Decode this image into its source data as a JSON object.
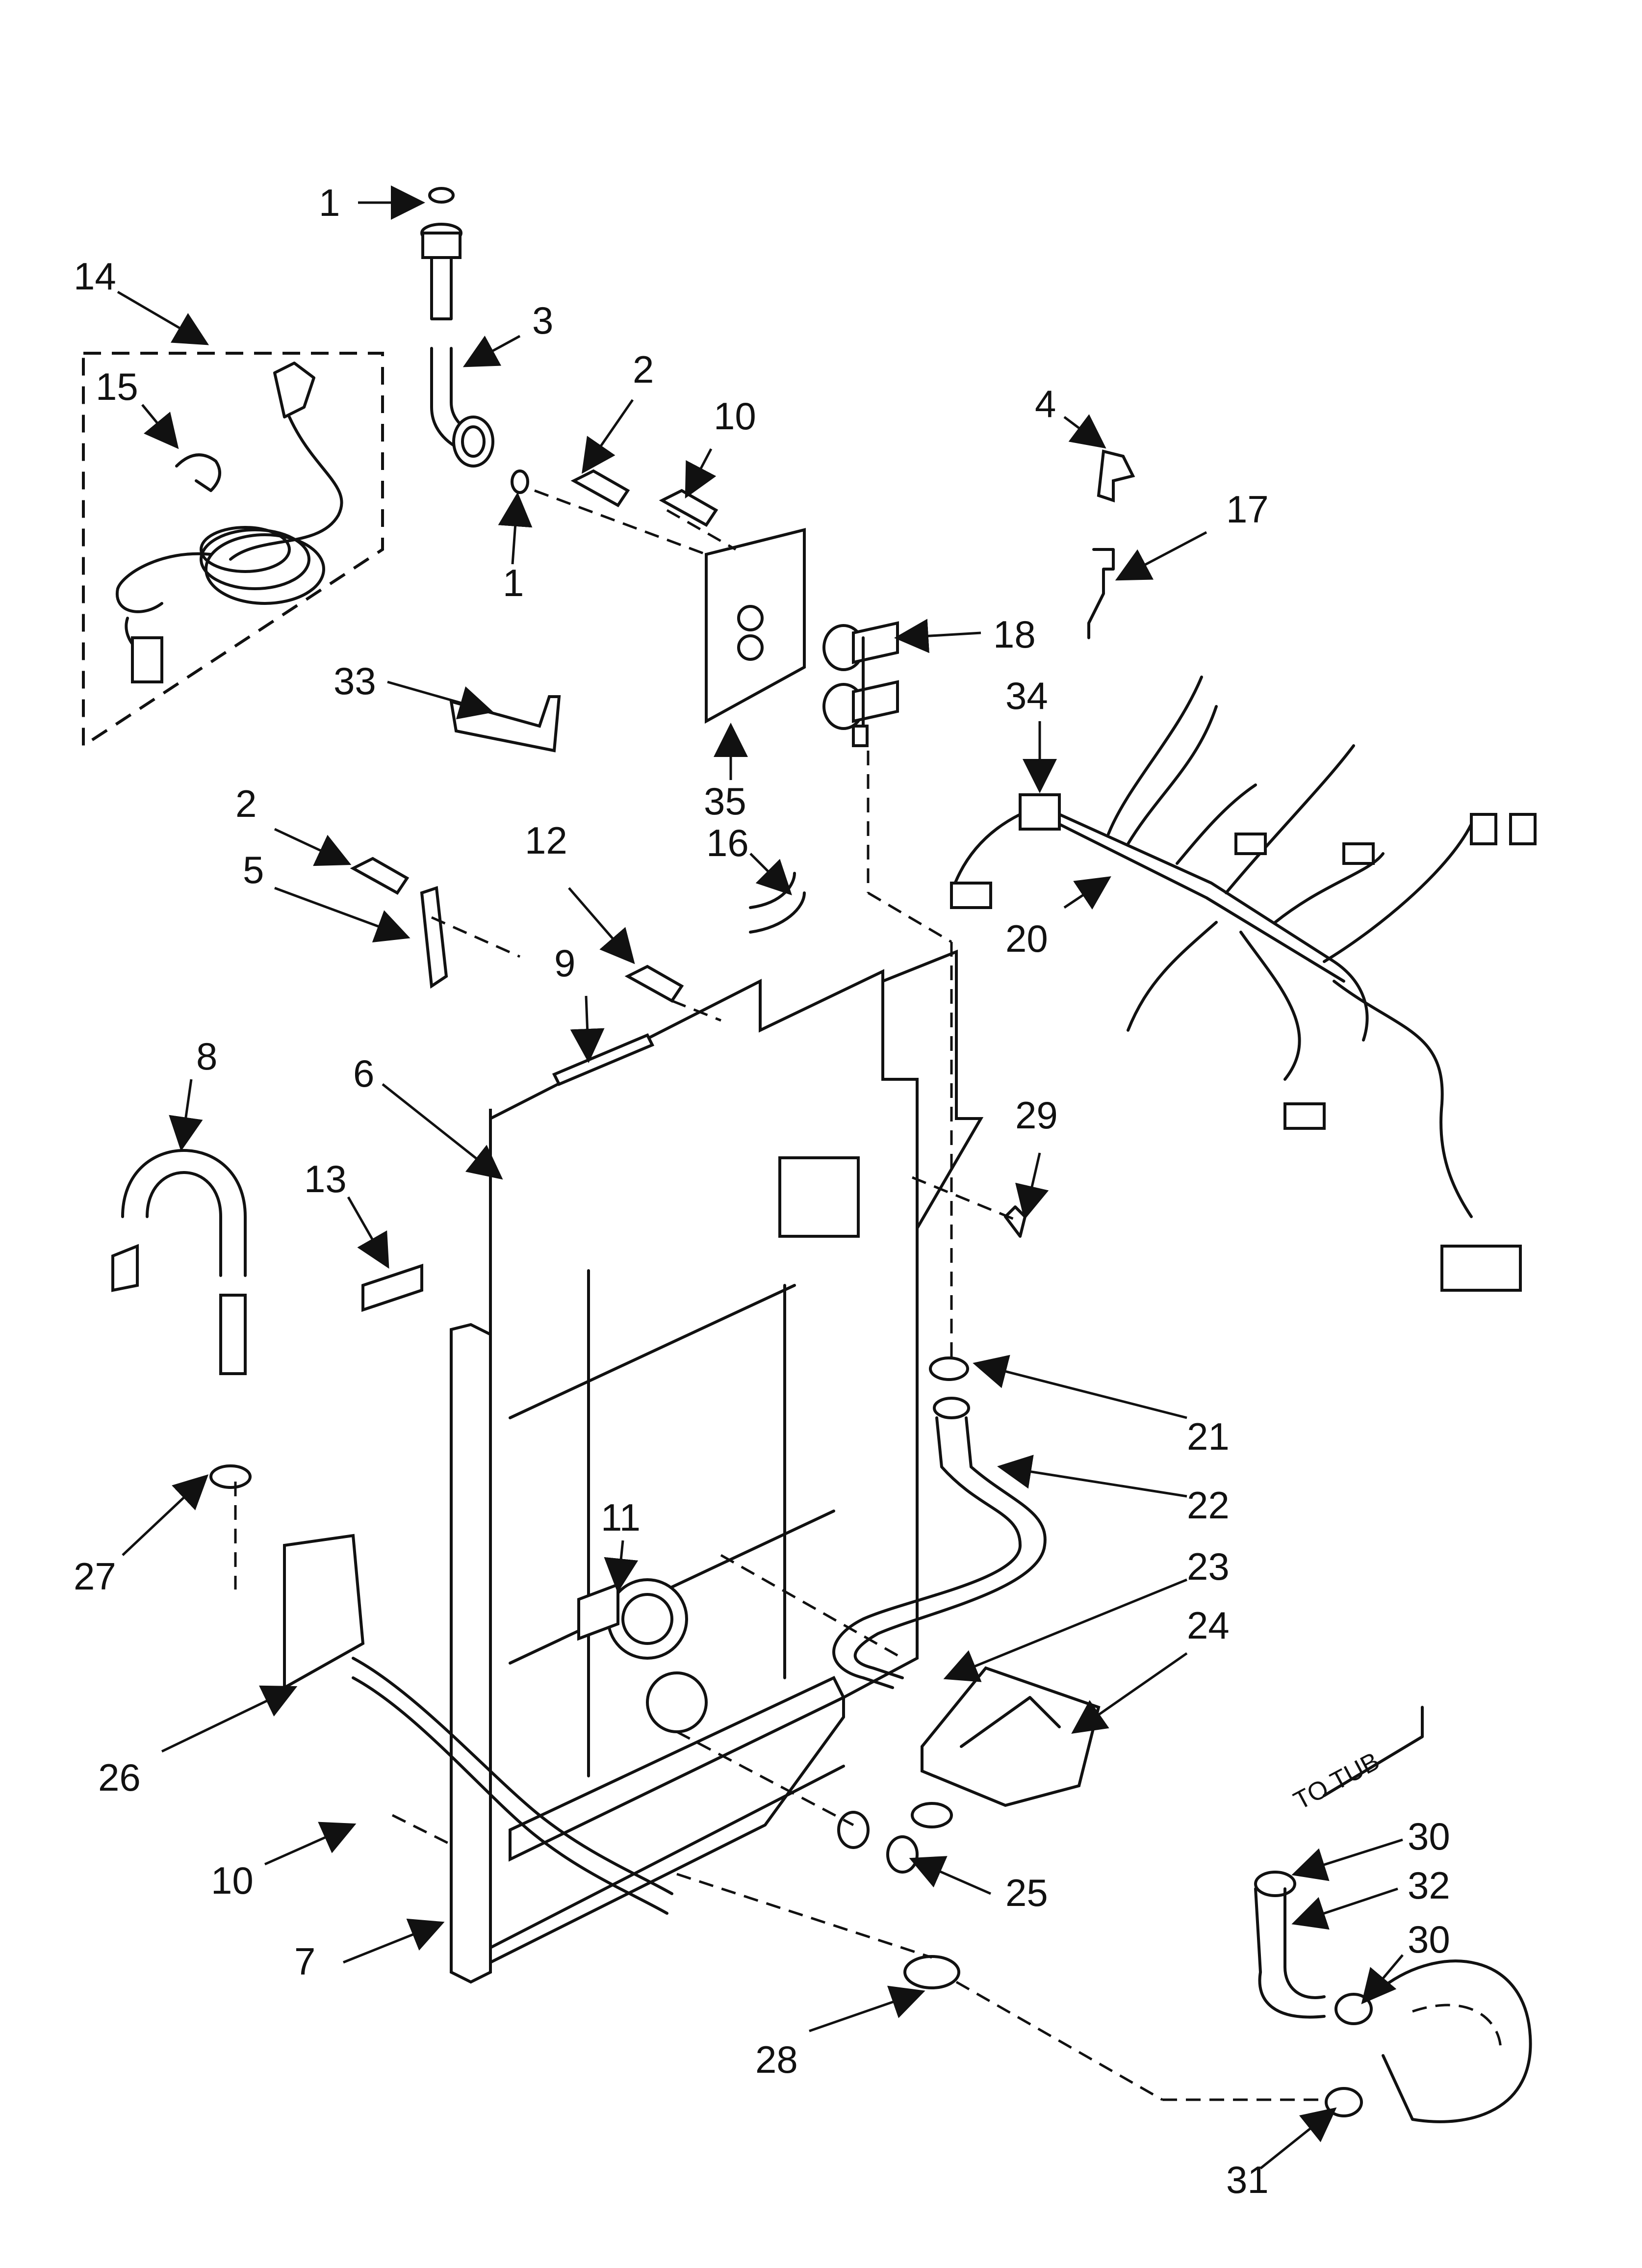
{
  "callouts": [
    "1",
    "1",
    "2",
    "2",
    "3",
    "4",
    "5",
    "6",
    "7",
    "8",
    "9",
    "10",
    "10",
    "11",
    "12",
    "13",
    "14",
    "15",
    "16",
    "17",
    "18",
    "20",
    "21",
    "22",
    "23",
    "24",
    "25",
    "26",
    "27",
    "28",
    "29",
    "30",
    "30",
    "31",
    "32",
    "33",
    "34",
    "35"
  ],
  "caption": "TO TUB",
  "colors": {
    "ink": "#111111",
    "paper": "#ffffff"
  }
}
